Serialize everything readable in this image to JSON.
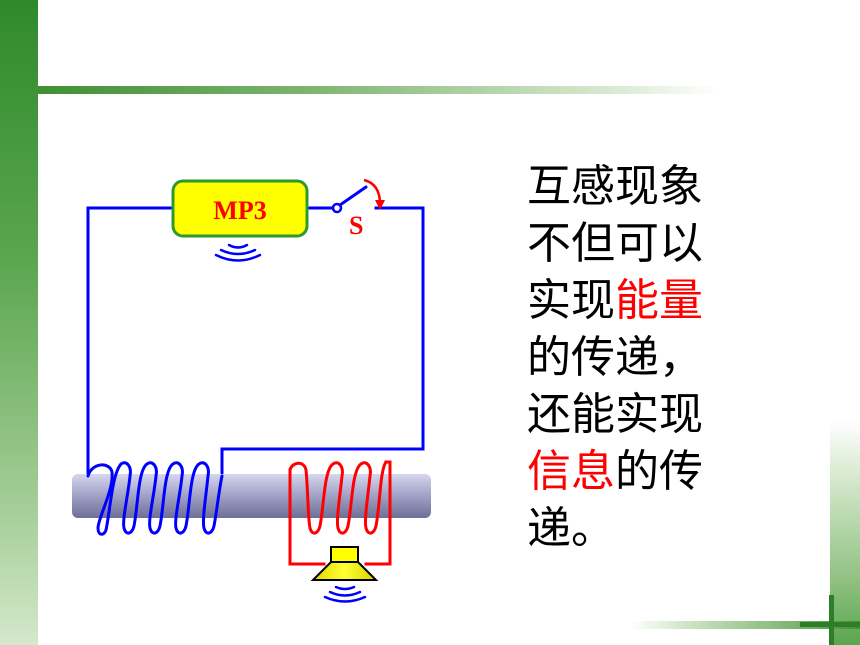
{
  "labels": {
    "mp3": "MP3",
    "switch": "S"
  },
  "text": {
    "l1": "互感现象",
    "l2": "不但可以",
    "l3a": "实现",
    "l3b": "能量",
    "l4": "的传递，",
    "l5": "还能实现",
    "l6a": "信息",
    "l6b": "的传",
    "l7": "递。"
  },
  "colors": {
    "primary_wire": "#0000ff",
    "secondary_wire": "#ff0000",
    "mp3_fill": "#ffff00",
    "mp3_border": "#2e9a2e",
    "highlight_text": "#ff0000",
    "theme_green": "#3f8f34"
  },
  "icons": [
    "sound-waves-icon",
    "speaker-icon",
    "switch-icon"
  ]
}
